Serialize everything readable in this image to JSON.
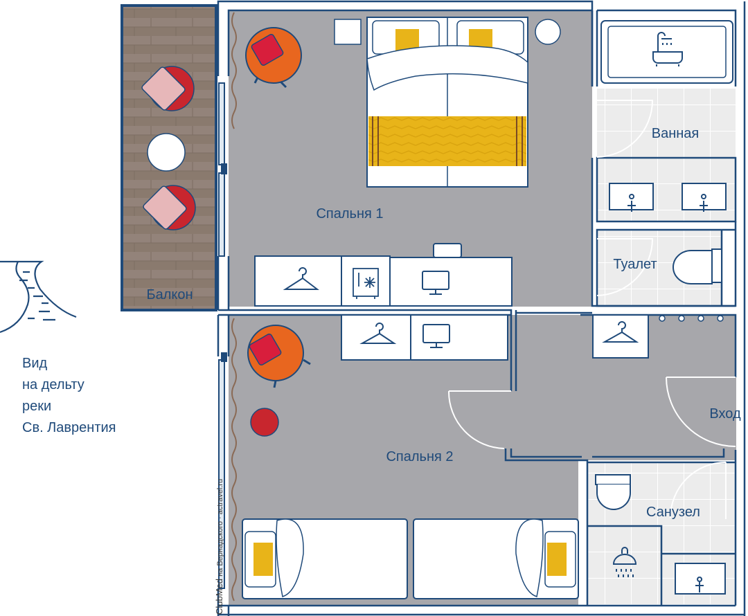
{
  "rooms": {
    "bedroom1": "Спальня 1",
    "bedroom2": "Спальня 2",
    "bathroom": "Ванная",
    "toilet": "Туалет",
    "shower_room": "Санузел",
    "balcony": "Балкон",
    "entrance": "Вход"
  },
  "view": {
    "line1": "Вид",
    "line2": "на дельту",
    "line3": "реки",
    "line4": "Св. Лаврентия"
  },
  "credit": {
    "brand": "ClubMed",
    "text": " на Вернадского  ·  actravel.ru"
  },
  "icons": [
    "river-delta-icon",
    "bath-icon",
    "shower-icon",
    "sink-icon",
    "toilet-icon",
    "hanger-icon",
    "safe-icon",
    "tv-icon",
    "armchair-icon",
    "bed-icon"
  ],
  "colors": {
    "wall": "#1f4a7a",
    "floor": "#a7a7ab",
    "tile": "#ececec",
    "balcony_deck": "#8a7a6e",
    "bedding_yellow": "#e8b419",
    "armchair_orange": "#e8661f",
    "cushion_red": "#d81e3c",
    "balcony_chair": "#e7b7b9"
  }
}
